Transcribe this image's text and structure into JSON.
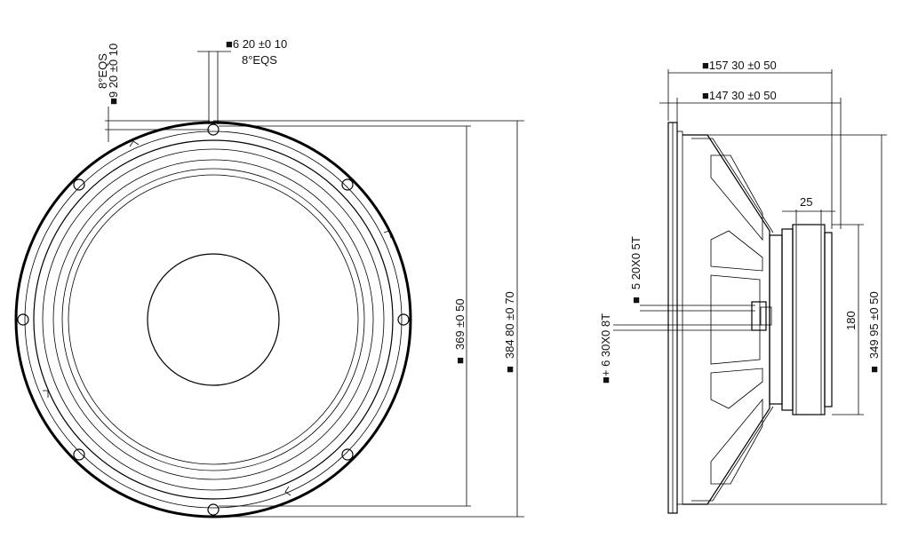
{
  "front_view": {
    "mount_hole_dia": "9 20 ±0 10",
    "mount_hole_count": "8°EQS",
    "slot_width": "6 20 ±0 10",
    "slot_count": "8°EQS",
    "inner_dia": "369 ±0 50",
    "outer_dia": "384 80 ±0 70"
  },
  "side_view": {
    "overall_depth": "157 30 ±0 50",
    "frame_depth": "147 30 ±0 50",
    "magnet_thickness": "25",
    "terminal_width": "5 20X0 5T",
    "terminal_pitch": "+ 6 30X0 8T",
    "magnet_dia": "180",
    "cutout_dia": "349 95 ±0 50"
  },
  "symbol": "■"
}
